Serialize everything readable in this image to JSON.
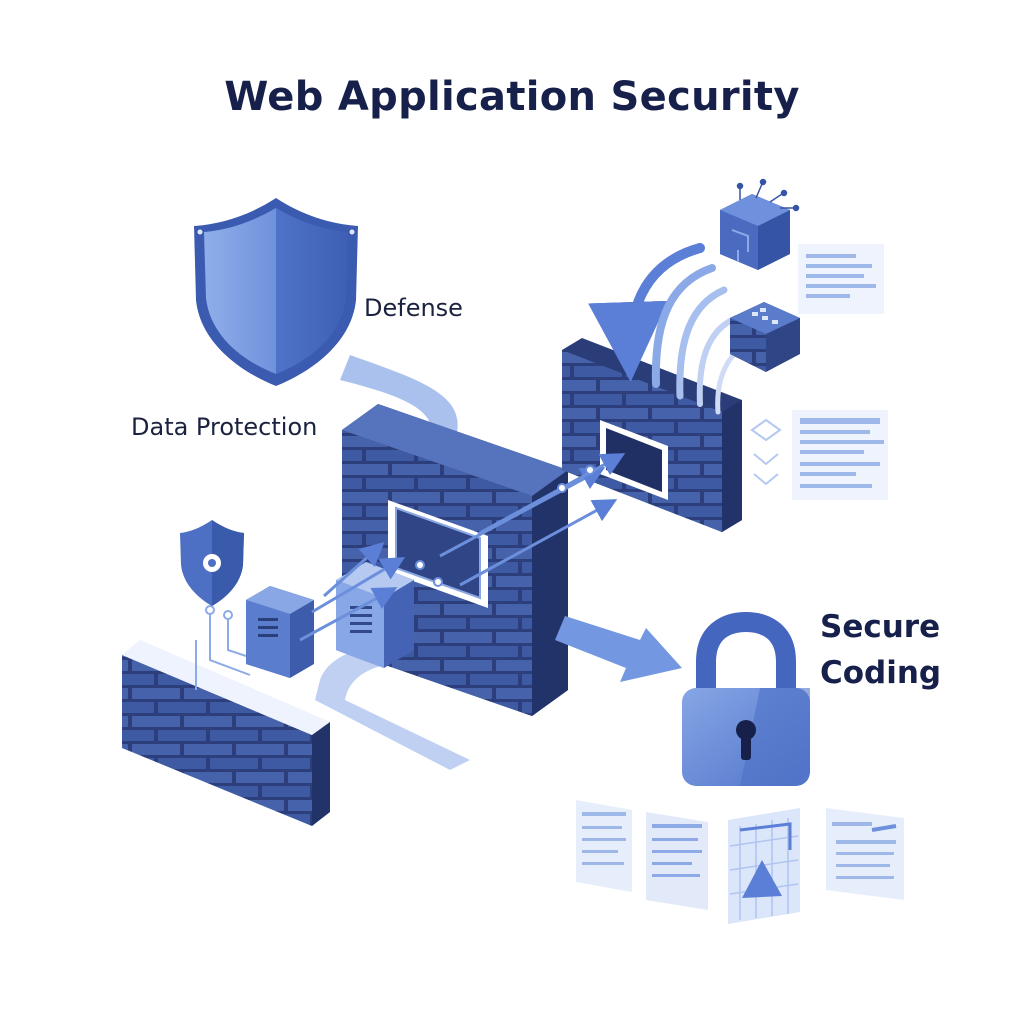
{
  "title": "Web Application Security",
  "labels": {
    "defense": "Defense",
    "data_protection": "Data Protection",
    "secure_coding_line1": "Secure",
    "secure_coding_line2": "Coding"
  },
  "colors": {
    "brick_dark": "#33498a",
    "brick_mid": "#4a67b1",
    "brick_light": "#6c8ad0",
    "accent": "#5b7fd6",
    "pale": "#c9d8f5",
    "text": "#16204a"
  },
  "icons": [
    "shield-icon",
    "small-shield-icon",
    "firewall-icon",
    "server-icon",
    "chip-cube-icon",
    "lock-icon",
    "document-icon",
    "arrow-icon"
  ]
}
